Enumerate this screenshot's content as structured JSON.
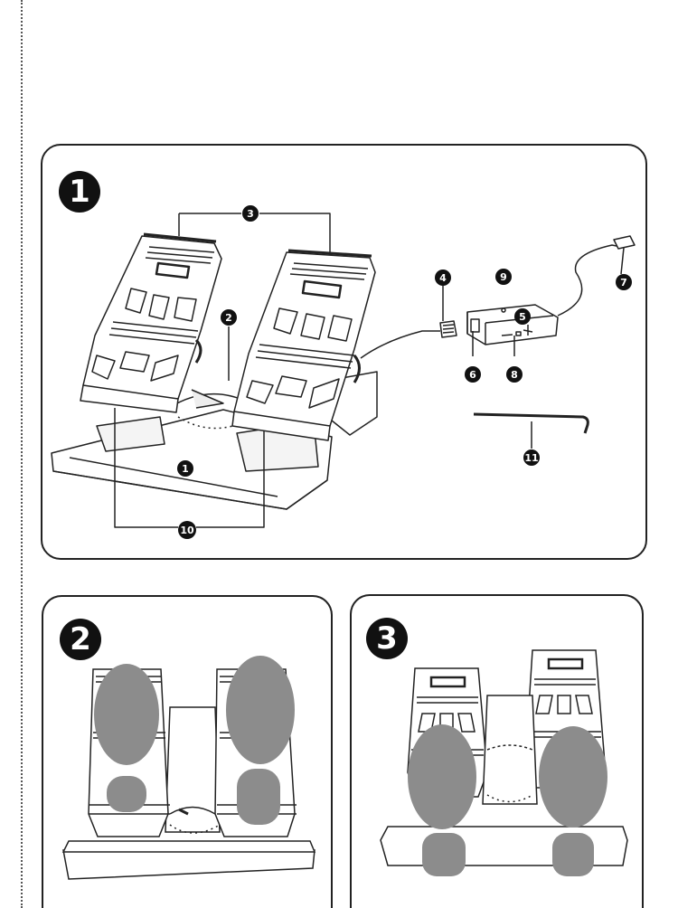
{
  "steps": {
    "one": "1",
    "two": "2",
    "three": "3"
  },
  "callouts": {
    "c1": "1",
    "c2": "2",
    "c3": "3",
    "c4": "4",
    "c5": "5",
    "c6": "6",
    "c7": "7",
    "c8": "8",
    "c9": "9",
    "c10": "10",
    "c11": "11"
  },
  "colors": {
    "line": "#222222",
    "footprint": "#8c8c8c",
    "callout_fill": "#111111"
  }
}
